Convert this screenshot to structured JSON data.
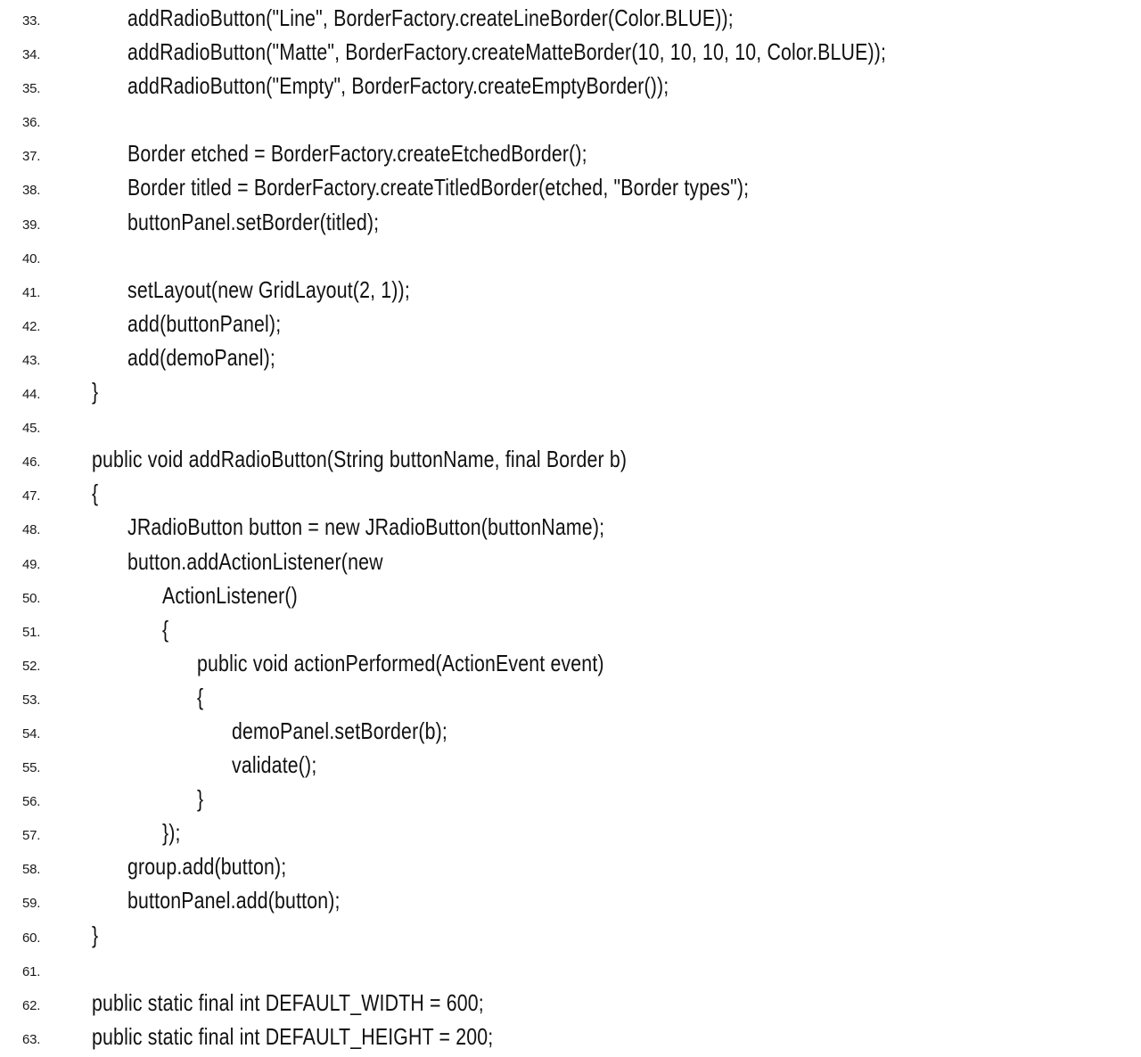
{
  "listing": {
    "lines": [
      {
        "num": "33.",
        "indent": 1,
        "text": "addRadioButton(\"Line\", BorderFactory.createLineBorder(Color.BLUE));"
      },
      {
        "num": "34.",
        "indent": 1,
        "text": "addRadioButton(\"Matte\", BorderFactory.createMatteBorder(10, 10, 10, 10, Color.BLUE));"
      },
      {
        "num": "35.",
        "indent": 1,
        "text": "addRadioButton(\"Empty\", BorderFactory.createEmptyBorder());"
      },
      {
        "num": "36.",
        "indent": 1,
        "text": ""
      },
      {
        "num": "37.",
        "indent": 1,
        "text": "Border etched = BorderFactory.createEtchedBorder();"
      },
      {
        "num": "38.",
        "indent": 1,
        "text": "Border titled = BorderFactory.createTitledBorder(etched, \"Border types\");"
      },
      {
        "num": "39.",
        "indent": 1,
        "text": "buttonPanel.setBorder(titled);"
      },
      {
        "num": "40.",
        "indent": 1,
        "text": ""
      },
      {
        "num": "41.",
        "indent": 1,
        "text": "setLayout(new GridLayout(2, 1));"
      },
      {
        "num": "42.",
        "indent": 1,
        "text": "add(buttonPanel);"
      },
      {
        "num": "43.",
        "indent": 1,
        "text": "add(demoPanel);"
      },
      {
        "num": "44.",
        "indent": 0,
        "text": "}"
      },
      {
        "num": "45.",
        "indent": 0,
        "text": ""
      },
      {
        "num": "46.",
        "indent": 0,
        "text": "public void addRadioButton(String buttonName, final Border b)"
      },
      {
        "num": "47.",
        "indent": 0,
        "text": "{"
      },
      {
        "num": "48.",
        "indent": 1,
        "text": "JRadioButton button = new JRadioButton(buttonName);"
      },
      {
        "num": "49.",
        "indent": 1,
        "text": "button.addActionListener(new"
      },
      {
        "num": "50.",
        "indent": 2,
        "text": "ActionListener()"
      },
      {
        "num": "51.",
        "indent": 2,
        "text": "{"
      },
      {
        "num": "52.",
        "indent": 3,
        "text": "public void actionPerformed(ActionEvent event)"
      },
      {
        "num": "53.",
        "indent": 3,
        "text": "{"
      },
      {
        "num": "54.",
        "indent": 4,
        "text": "demoPanel.setBorder(b);"
      },
      {
        "num": "55.",
        "indent": 4,
        "text": "validate();"
      },
      {
        "num": "56.",
        "indent": 3,
        "text": "}"
      },
      {
        "num": "57.",
        "indent": 2,
        "text": "});"
      },
      {
        "num": "58.",
        "indent": 1,
        "text": "group.add(button);"
      },
      {
        "num": "59.",
        "indent": 1,
        "text": "buttonPanel.add(button);"
      },
      {
        "num": "60.",
        "indent": 0,
        "text": "}"
      },
      {
        "num": "61.",
        "indent": 0,
        "text": ""
      },
      {
        "num": "62.",
        "indent": 0,
        "text": "public static final int DEFAULT_WIDTH = 600;"
      },
      {
        "num": "63.",
        "indent": 0,
        "text": "public static final int DEFAULT_HEIGHT = 200;"
      }
    ]
  }
}
